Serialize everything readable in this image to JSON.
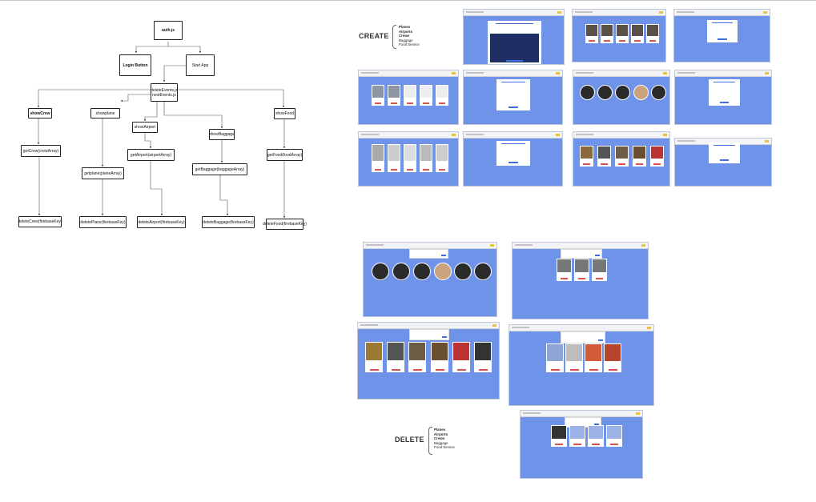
{
  "flowchart": {
    "root": "auth.js",
    "login": "Login Button",
    "start": "Start App",
    "events": "deleteEvents.js\nnewEvents.js",
    "show": [
      "showCrew",
      "showplane",
      "showAirport",
      "showBaggage",
      "showFood"
    ],
    "get": [
      "getCrew(crewArray)",
      "getplane(planeArray)",
      "getAirport(airportArray)",
      "getBaggage(baggageArray)",
      "getFood(foodArray)"
    ],
    "delete": [
      "deleteCrew(firebaseKey)",
      "deletePlane(firebaseKey)",
      "deleteAirport(firebaseKey)",
      "deleteBaggage(firebaseKey)",
      "deleteFood(firebaseKey)"
    ]
  },
  "create": {
    "label": "CREATE",
    "items": [
      "Planes",
      "Airports",
      "Crews",
      "Baggage",
      "Food Service"
    ]
  },
  "delete": {
    "label": "DELETE",
    "items": [
      "Planes",
      "Airports",
      "Crews",
      "Baggage",
      "Food Service"
    ]
  },
  "colors": {
    "screen_bg": "#6f93e9",
    "button": "#d9534f",
    "accent": "#3f6fdc"
  }
}
